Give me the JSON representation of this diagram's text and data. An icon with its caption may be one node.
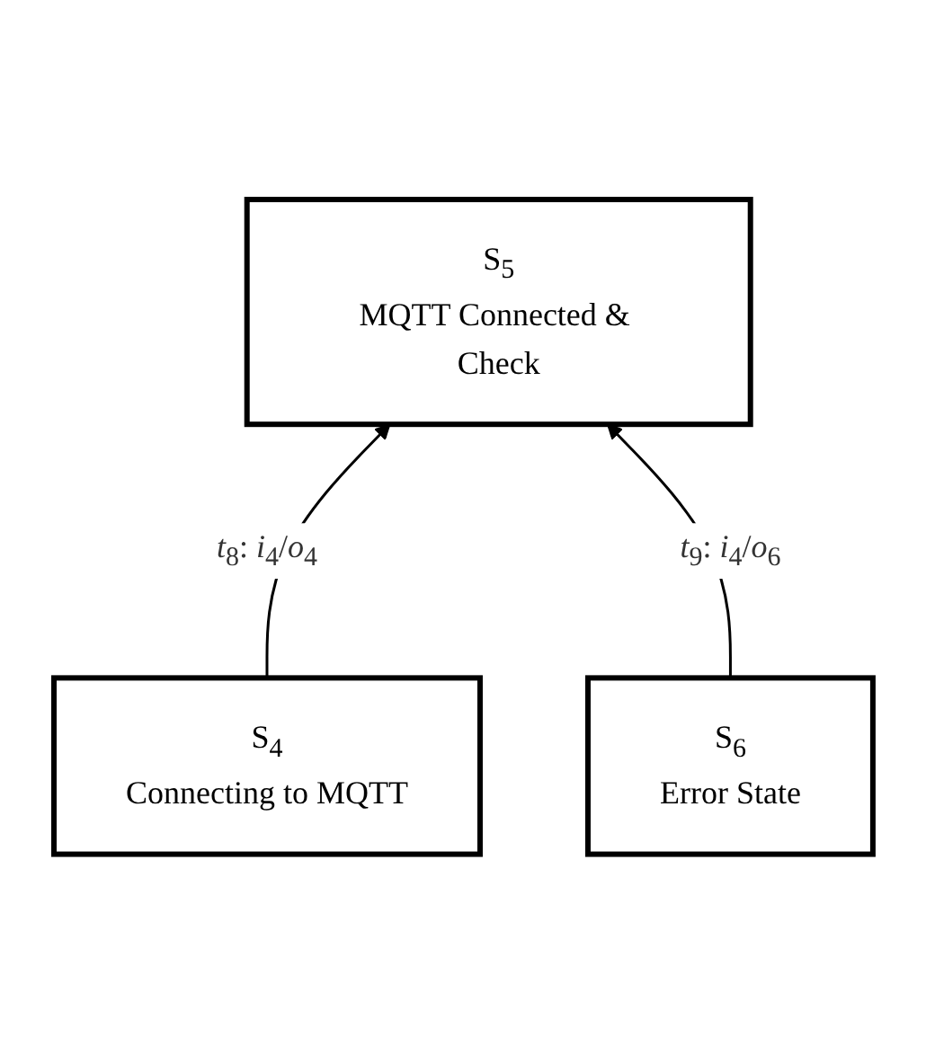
{
  "diagram": {
    "nodes": [
      {
        "text": [
          "S$_{5}$",
          "MQTT Connected & Check"
        ]
      },
      {
        "text": [
          "S$_{4}$",
          "Connecting to MQTT"
        ]
      },
      {
        "text": [
          "S$_{6}$",
          "Error State"
        ]
      }
    ],
    "edges": [
      {
        "from": 1,
        "to": 0,
        "arrow": "to",
        "label": "*t*$_{8}$: *i*$_{4}$/*o*$_{4}$"
      },
      {
        "from": 2,
        "to": 0,
        "arrow": "to",
        "label": "*t*$_{9}$: *i*$_{4}$/*o*$_{6}$"
      }
    ]
  }
}
